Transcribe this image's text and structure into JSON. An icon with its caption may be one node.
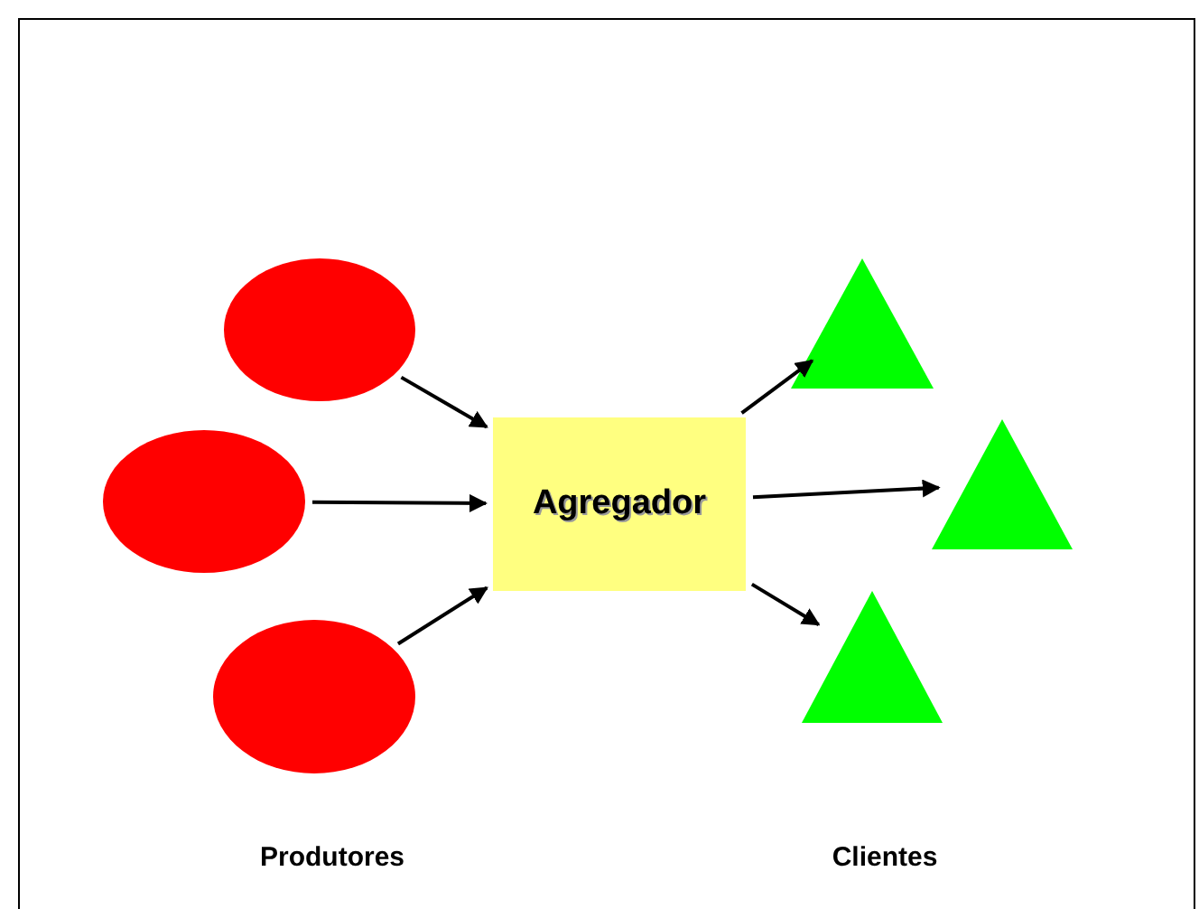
{
  "diagram": {
    "nodes": [
      {
        "text": [],
        "shape": "ellipse"
      },
      {
        "text": [],
        "shape": "ellipse"
      },
      {
        "text": [],
        "shape": "ellipse"
      },
      {
        "text": [
          "Agregador"
        ]
      },
      {
        "text": [],
        "shape": "triangle"
      },
      {
        "text": [],
        "shape": "triangle"
      },
      {
        "text": [],
        "shape": "triangle"
      }
    ],
    "edges": [
      {
        "from": 0,
        "to": 3,
        "arrow": "to"
      },
      {
        "from": 1,
        "to": 3,
        "arrow": "to"
      },
      {
        "from": 2,
        "to": 3,
        "arrow": "to"
      },
      {
        "from": 3,
        "to": 4,
        "arrow": "to"
      },
      {
        "from": 3,
        "to": 5,
        "arrow": "to"
      },
      {
        "from": 3,
        "to": 6,
        "arrow": "to"
      }
    ],
    "labels": [
      "Produtores",
      "Clientes"
    ]
  }
}
